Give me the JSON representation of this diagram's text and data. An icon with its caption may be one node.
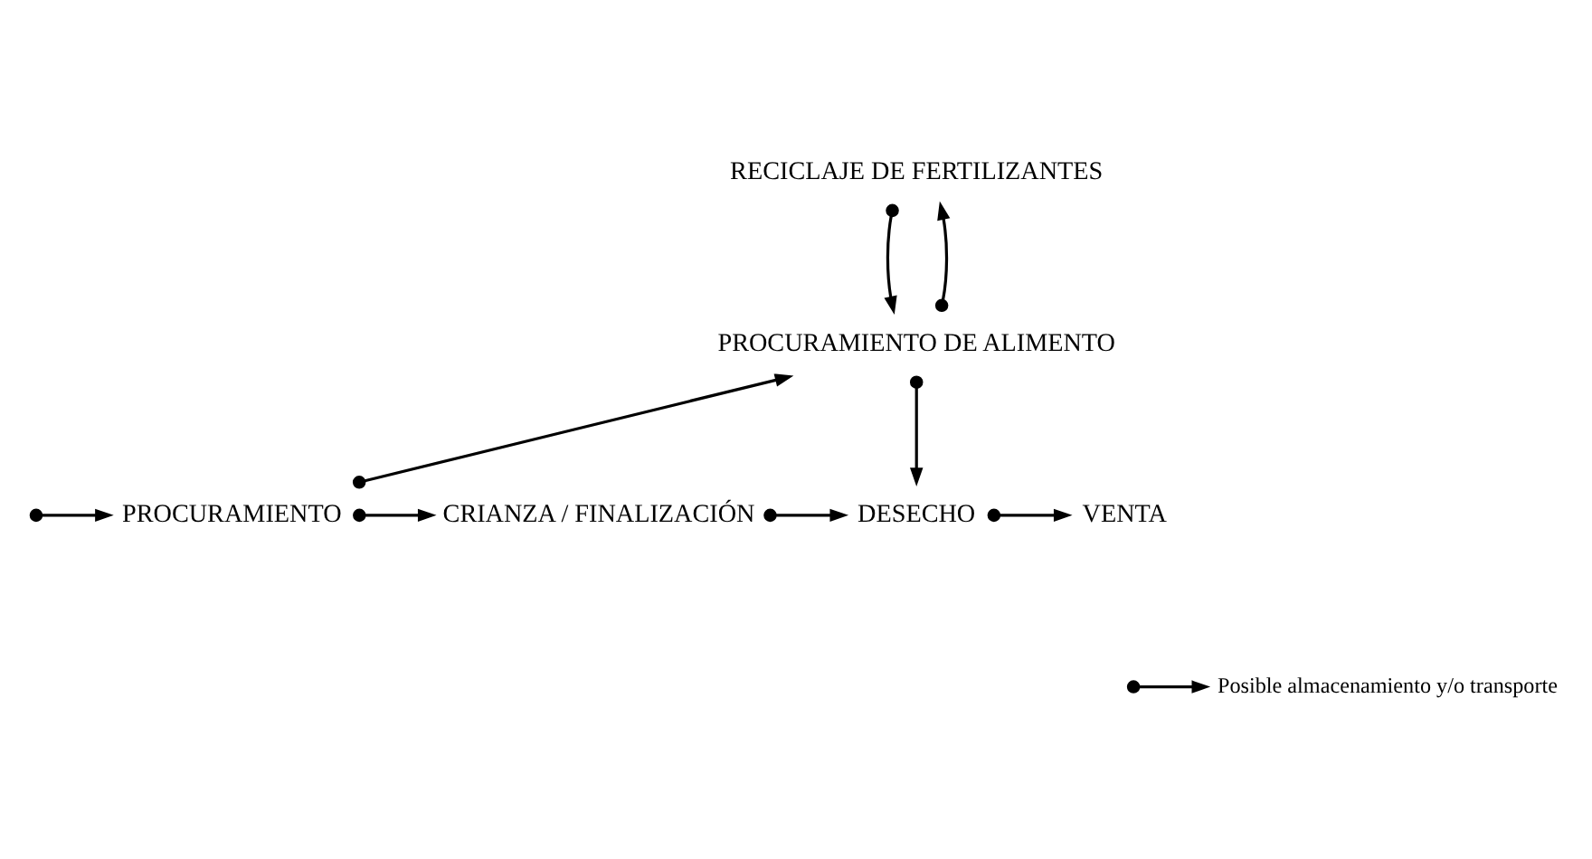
{
  "diagram": {
    "nodes": [
      {
        "text": [
          "RECICLAJE DE FERTILIZANTES"
        ]
      },
      {
        "text": [
          "PROCURAMIENTO DE ALIMENTO"
        ]
      },
      {
        "text": [
          "PROCURAMIENTO"
        ]
      },
      {
        "text": [
          "CRIANZA / FINALIZACIÓN"
        ]
      },
      {
        "text": [
          "DESECHO"
        ]
      },
      {
        "text": [
          "VENTA"
        ]
      }
    ],
    "edges": [
      {
        "from": null,
        "to": 2,
        "arrow": "to"
      },
      {
        "from": 2,
        "to": 3,
        "arrow": "to"
      },
      {
        "from": 3,
        "to": 4,
        "arrow": "to"
      },
      {
        "from": 4,
        "to": 5,
        "arrow": "to"
      },
      {
        "from": 2,
        "to": 1,
        "arrow": "to"
      },
      {
        "from": 0,
        "to": 1,
        "arrow": "to"
      },
      {
        "from": 1,
        "to": 0,
        "arrow": "to"
      },
      {
        "from": 1,
        "to": 4,
        "arrow": "to"
      }
    ],
    "legend": [
      {
        "text": "Posible almacenamiento y/o transporte"
      }
    ]
  }
}
